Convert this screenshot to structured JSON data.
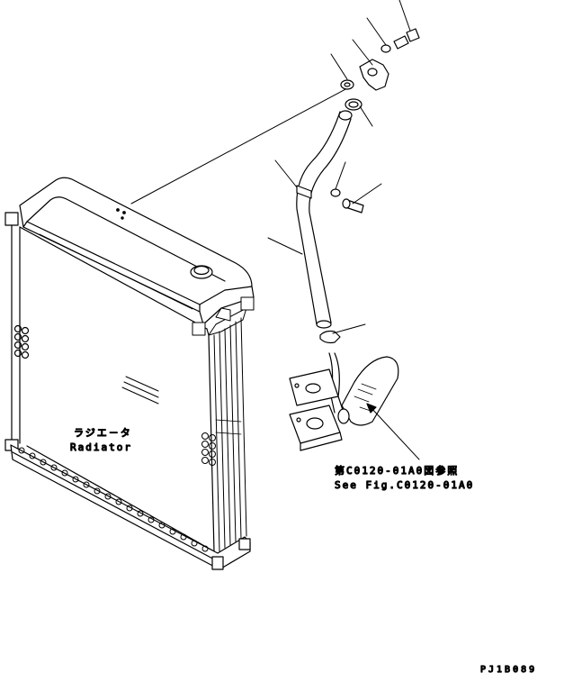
{
  "labels": {
    "radiator_jp": "ラジエ－タ",
    "radiator_en": "Radiator",
    "ref_jp": "第C0120-01A0図参照",
    "ref_en": "See Fig.C0120-01A0"
  },
  "drawing_code": "PJ1B089",
  "colors": {
    "ink": "#000000",
    "paper": "#ffffff"
  }
}
